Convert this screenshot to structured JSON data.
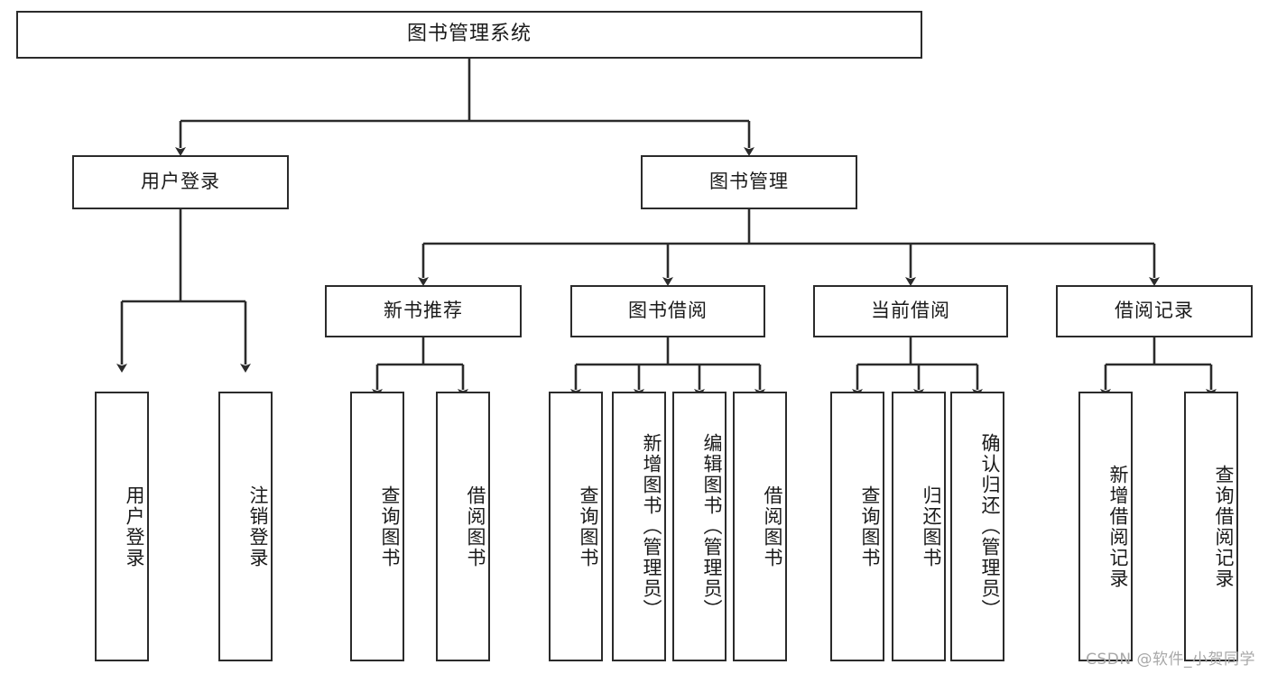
{
  "diagram": {
    "type": "tree-hierarchy",
    "title": "图书管理系统",
    "root": {
      "label": "图书管理系统"
    },
    "level1": [
      {
        "id": "user-login",
        "label": "用户登录"
      },
      {
        "id": "book-manage",
        "label": "图书管理"
      }
    ],
    "level2": [
      {
        "id": "new-book-recommend",
        "label": "新书推荐",
        "parent": "book-manage"
      },
      {
        "id": "book-borrow",
        "label": "图书借阅",
        "parent": "book-manage"
      },
      {
        "id": "current-borrow",
        "label": "当前借阅",
        "parent": "book-manage"
      },
      {
        "id": "borrow-record",
        "label": "借阅记录",
        "parent": "book-manage"
      }
    ],
    "leaves": [
      {
        "id": "leaf-user-login",
        "label": "用户登录",
        "parent": "user-login"
      },
      {
        "id": "leaf-user-logout",
        "label": "注销登录",
        "parent": "user-login"
      },
      {
        "id": "leaf-query-book-1",
        "label": "查询图书",
        "parent": "new-book-recommend"
      },
      {
        "id": "leaf-borrow-book-1",
        "label": "借阅图书",
        "parent": "new-book-recommend"
      },
      {
        "id": "leaf-query-book-2",
        "label": "查询图书",
        "parent": "book-borrow"
      },
      {
        "id": "leaf-add-book",
        "label": "新增图书（管理员）",
        "parent": "book-borrow"
      },
      {
        "id": "leaf-edit-book",
        "label": "编辑图书（管理员）",
        "parent": "book-borrow"
      },
      {
        "id": "leaf-borrow-book-2",
        "label": "借阅图书",
        "parent": "book-borrow"
      },
      {
        "id": "leaf-query-book-3",
        "label": "查询图书",
        "parent": "current-borrow"
      },
      {
        "id": "leaf-return-book",
        "label": "归还图书",
        "parent": "current-borrow"
      },
      {
        "id": "leaf-confirm-return",
        "label": "确认归还（管理员）",
        "parent": "current-borrow"
      },
      {
        "id": "leaf-add-record",
        "label": "新增借阅记录",
        "parent": "borrow-record"
      },
      {
        "id": "leaf-query-record",
        "label": "查询借阅记录",
        "parent": "borrow-record"
      }
    ],
    "colors": {
      "stroke": "#2b2b2b",
      "fill": "#ffffff",
      "text": "#1a1a1a",
      "watermark": "#a8a8a8"
    }
  },
  "watermark": {
    "text": "CSDN @软件_小贺同学"
  }
}
